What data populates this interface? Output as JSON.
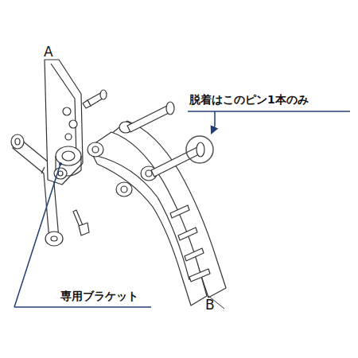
{
  "diagram": {
    "labels": [
      "A",
      "B",
      "脱着はこのピン1本のみ",
      "専用ブラケット"
    ]
  }
}
